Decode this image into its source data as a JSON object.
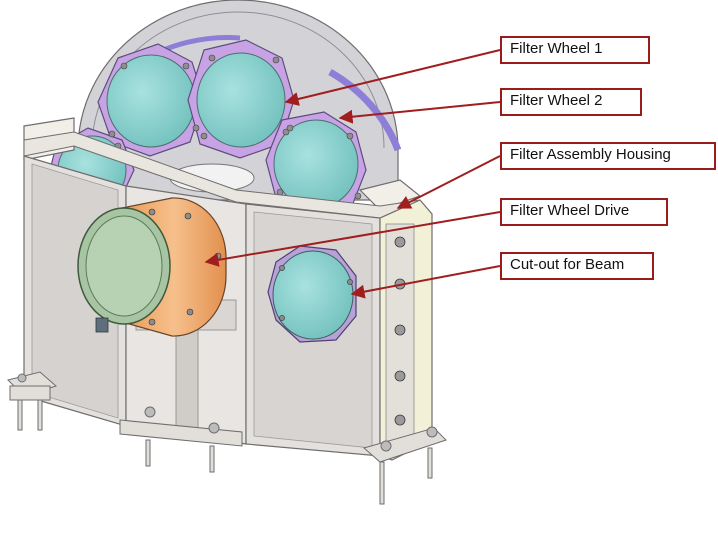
{
  "callouts": [
    {
      "id": "filter-wheel-1",
      "label": "Filter Wheel 1"
    },
    {
      "id": "filter-wheel-2",
      "label": "Filter Wheel 2"
    },
    {
      "id": "filter-assembly-housing",
      "label": "Filter Assembly Housing"
    },
    {
      "id": "filter-wheel-drive",
      "label": "Filter Wheel Drive"
    },
    {
      "id": "cut-out-for-beam",
      "label": "Cut-out for Beam"
    }
  ],
  "colors": {
    "callout_border": "#9b1b1b",
    "leader_line": "#a01e1e",
    "housing": "#e4e1df",
    "housing_edge": "#6e6e6e",
    "filter_glass": "#8fd3d0",
    "filter_rim_wheel1": "#c9a6e8",
    "filter_rim_wheel2": "#9b86e0",
    "wheel_plate": "#cfcfd3",
    "drive_motor": "#f0a96b",
    "drive_cap": "#a9c8a6",
    "side_panel": "#f2f0d6"
  }
}
